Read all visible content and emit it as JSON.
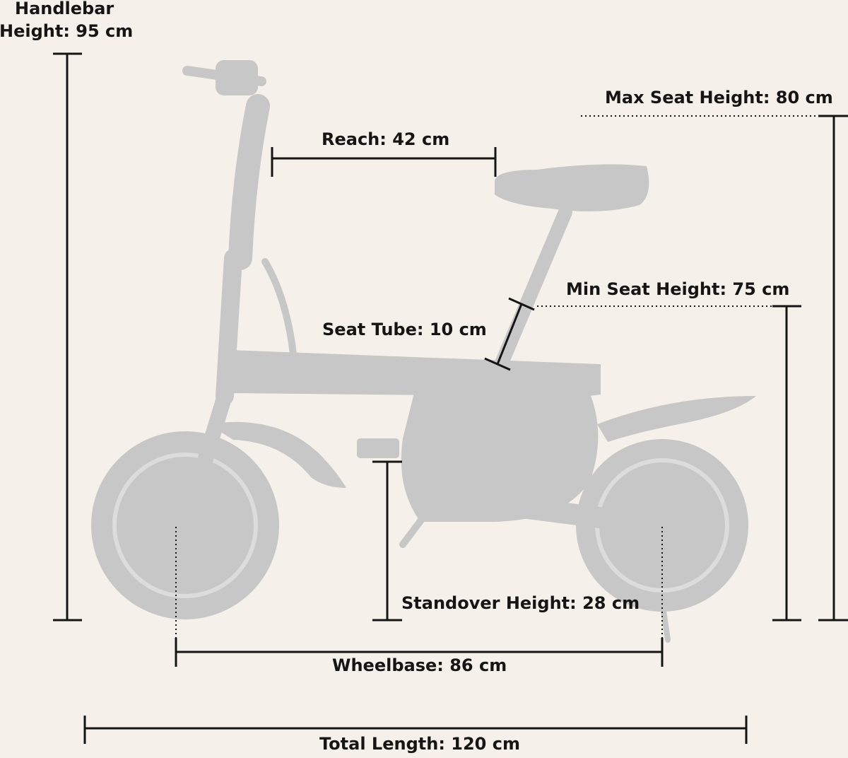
{
  "labels": {
    "handlebar_line1": "Handlebar",
    "handlebar_line2": "Height: 95 cm",
    "max_seat": "Max Seat Height: 80 cm",
    "reach": "Reach: 42 cm",
    "min_seat": "Min Seat Height: 75 cm",
    "seat_tube": "Seat Tube: 10 cm",
    "standover": "Standover Height: 28 cm",
    "wheelbase": "Wheelbase: 86 cm",
    "total_length": "Total Length: 120 cm"
  },
  "colors": {
    "background": "#f5f1ea",
    "bike_silhouette": "#c7c7c7",
    "ink": "#151515"
  }
}
